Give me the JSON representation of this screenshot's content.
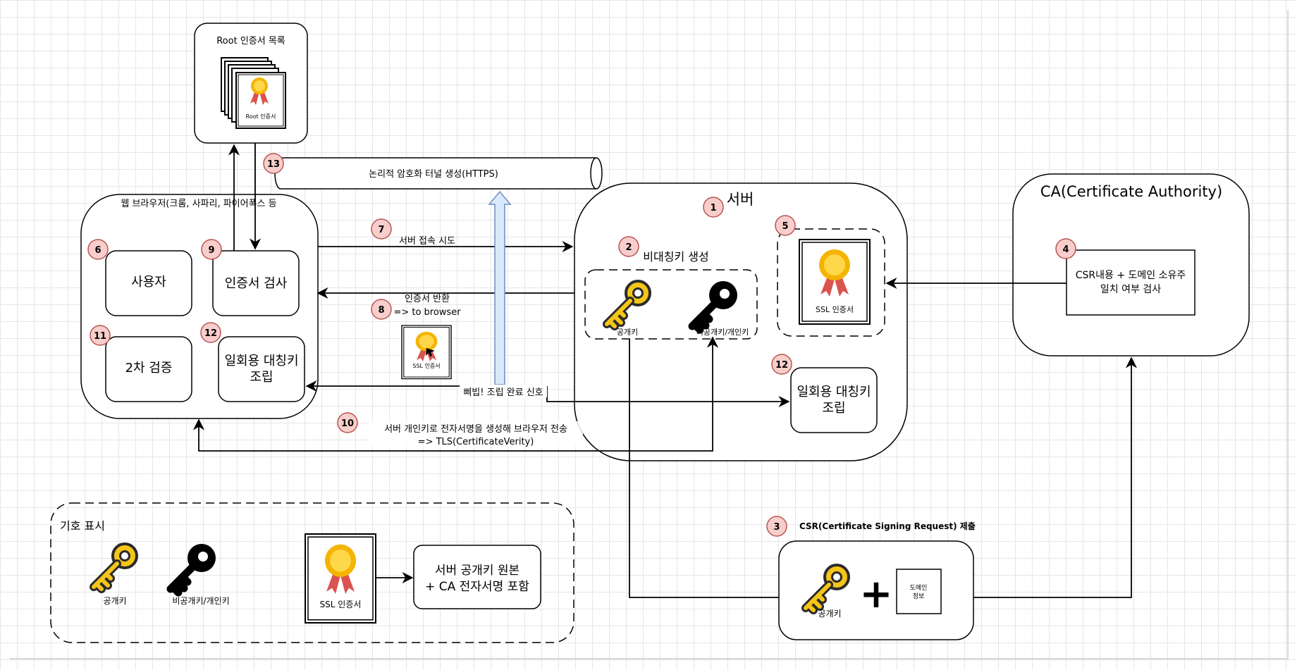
{
  "colors": {
    "grid": "#e6e6e6",
    "stroke": "#000000",
    "badge_fill": "#f8cecc",
    "badge_stroke": "#b85450",
    "key_gold": "#f5c518",
    "cert_gold": "#f4b400",
    "ribbon_red": "#d9534f",
    "tunnel_arrow_fill": "#dae8fc",
    "tunnel_arrow_stroke": "#6c8ebf"
  },
  "root_store": {
    "title": "Root 인증서 목록",
    "cert_label": "Root 인증서"
  },
  "tunnel": {
    "badge": "13",
    "label": "논리적 암호화 터널 생성(HTTPS)"
  },
  "browser": {
    "title": "웹 브라우저(크롬, 사파리, 파이어폭스 등",
    "user": {
      "badge": "6",
      "label": "사용자"
    },
    "cert_check": {
      "badge": "9",
      "label": "인증서 검사"
    },
    "second_verify": {
      "badge": "11",
      "label": "2차 검증"
    },
    "session_key": {
      "badge": "12",
      "label_line1": "일회용 대칭키",
      "label_line2": "조립"
    }
  },
  "server": {
    "badge": "1",
    "title": "서버",
    "keygen": {
      "badge": "2",
      "label": "비대칭키 생성",
      "public_key": "공개키",
      "private_key": "비공개키/개인키"
    },
    "ssl_cert": {
      "badge": "5",
      "label": "SSL 인증서"
    },
    "session_key": {
      "badge": "12",
      "label_line1": "일회용 대칭키",
      "label_line2": "조립"
    }
  },
  "ca": {
    "title": "CA(Certificate Authority)",
    "check": {
      "badge": "4",
      "label_line1": "CSR내용 + 도메인 소유주",
      "label_line2": "일치 여부 검사"
    }
  },
  "csr": {
    "badge": "3",
    "title": "CSR(Certificate Signing Request) 제출",
    "public_key": "공개키",
    "plus": "+",
    "domain_line1": "도메인",
    "domain_line2": "정보"
  },
  "flows": {
    "connect": {
      "badge": "7",
      "label": "서버 접속 시도"
    },
    "return_cert": {
      "badge": "8",
      "label_line1": "인증서 반환",
      "label_line2": "=> to browser",
      "cert_label": "SSL 인증서"
    },
    "beep": {
      "label": "삐빕! 조립 완료 신호"
    },
    "signature": {
      "badge": "10",
      "label_line1": "서버 개인키로 전자서명을 생성해 브라우저 전송",
      "label_line2": "=> TLS(CertificateVerity)"
    }
  },
  "legend": {
    "title": "기호 표시",
    "public_key": "공개키",
    "private_key": "비공개키/개인키",
    "ssl_cert": "SSL 인증서",
    "cert_desc_line1": "서버 공개키 원본",
    "cert_desc_line2": "+ CA 전자서명 포함"
  }
}
